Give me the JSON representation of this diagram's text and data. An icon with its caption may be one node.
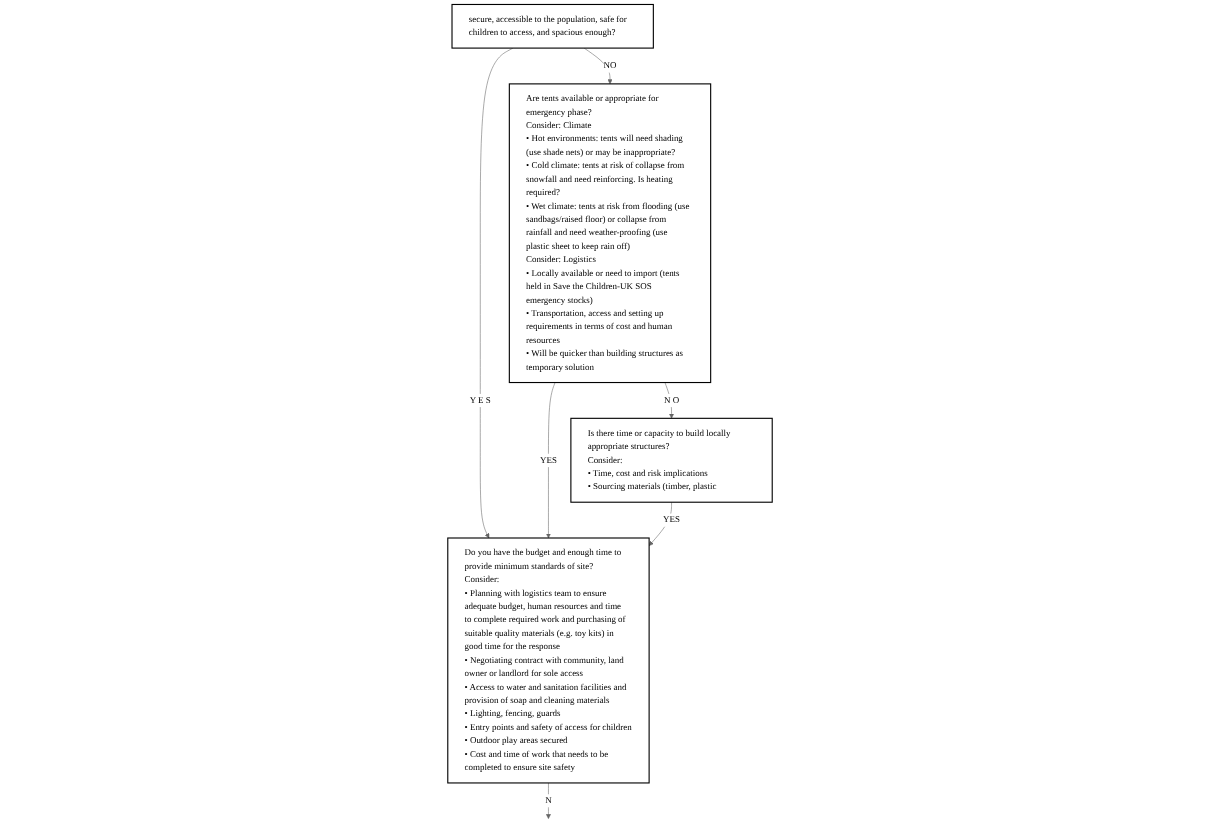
{
  "diagram": {
    "nodes": [
      {
        "text": [
          "secure, accessible to the population, safe for children to access, and spacious enough?"
        ]
      },
      {
        "text": [
          "Are tents available or appropriate for emergency phase?",
          "Consider: Climate",
          "• Hot environments: tents will need shading (use shade nets) or may be inappropriate?",
          "• Cold climate: tents at risk of collapse from snowfall and need reinforcing. Is heating required?",
          "• Wet climate: tents at risk from flooding (use sandbags/raised floor) or collapse from rainfall and need weather-proofing (use plastic sheet to keep rain off)",
          "Consider: Logistics",
          "• Locally available or need to import (tents held in Save the Children-UK SOS emergency stocks)",
          "• Transportation, access and setting up requirements in terms of cost and human resources",
          "• Will be quicker than building structures as temporary solution"
        ]
      },
      {
        "text": [
          "Do you have the budget and enough time to provide minimum standards of site?",
          "Consider:",
          "• Planning with logistics team to ensure adequate budget, human resources and time to complete required work and purchasing of suitable quality materials (e.g. toy kits) in good time for the response",
          "• Negotiating contract with community, land owner or landlord for sole access",
          "• Access to water and sanitation facilities and provision of soap and cleaning materials",
          "• Lighting, fencing, guards",
          "• Entry points and safety of access for children",
          "• Outdoor play areas secured",
          "• Cost and time of work that needs to be completed to ensure site safety"
        ]
      },
      {
        "text": [
          "Is there time or capacity to build locally appropriate structures?",
          "Consider:",
          "• Time, cost and risk implications",
          "• Sourcing materials (timber, plastic"
        ]
      }
    ],
    "edges": [
      {
        "from": 0,
        "to": 1,
        "arrow": "to",
        "label": "NO"
      },
      {
        "from": 0,
        "to": 2,
        "arrow": "to",
        "label": "Y E S"
      },
      {
        "from": 1,
        "to": 2,
        "arrow": "to",
        "label": "YES"
      },
      {
        "from": 1,
        "to": 3,
        "arrow": "to",
        "label": "N O"
      },
      {
        "from": 3,
        "to": 2,
        "arrow": "to",
        "label": "YES"
      },
      {
        "from": 2,
        "to": null,
        "arrow": "to",
        "label": "N"
      }
    ]
  }
}
